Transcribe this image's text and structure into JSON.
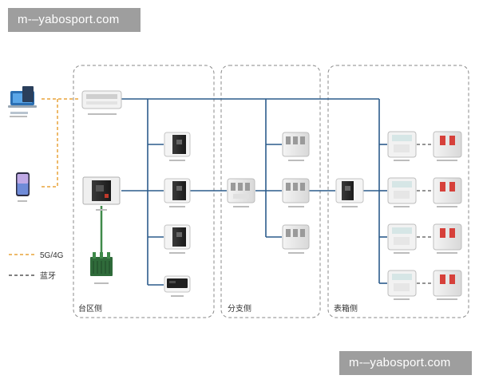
{
  "watermark": {
    "top": "m-–yabosport.com",
    "bottom": "m-–yabosport.com"
  },
  "zones": [
    {
      "name": "台区侧"
    },
    {
      "name": "分支侧"
    },
    {
      "name": "表箱侧"
    }
  ],
  "legend": [
    {
      "label": "5G/4G",
      "color": "#e8a33a",
      "style": "dashed"
    },
    {
      "label": "蓝牙",
      "color": "#555555",
      "style": "dashed"
    }
  ],
  "colors": {
    "bus": "#2c5c8c",
    "zone_border": "#8a8a8a",
    "link_5g": "#e8a33a",
    "link_bt": "#555555",
    "transformer_link": "#3f8a4a"
  }
}
